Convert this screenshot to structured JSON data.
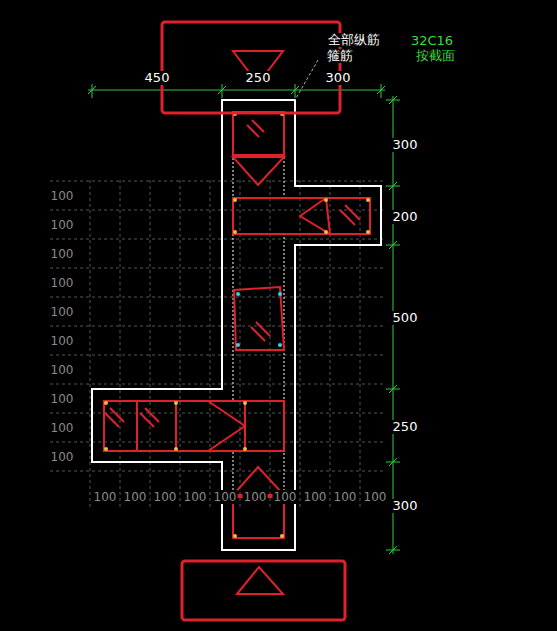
{
  "diagram": {
    "labels": [
      "全部纵筋",
      "箍筋",
      "32C16",
      "按截面",
      "450",
      "250",
      "300",
      "300",
      "200",
      "500",
      "250",
      "300",
      "100",
      "100",
      "100",
      "100",
      "100",
      "100",
      "100",
      "100",
      "100",
      "100",
      "100",
      "100",
      "100",
      "100",
      "100",
      "100",
      "100",
      "100",
      "100",
      "100"
    ]
  }
}
